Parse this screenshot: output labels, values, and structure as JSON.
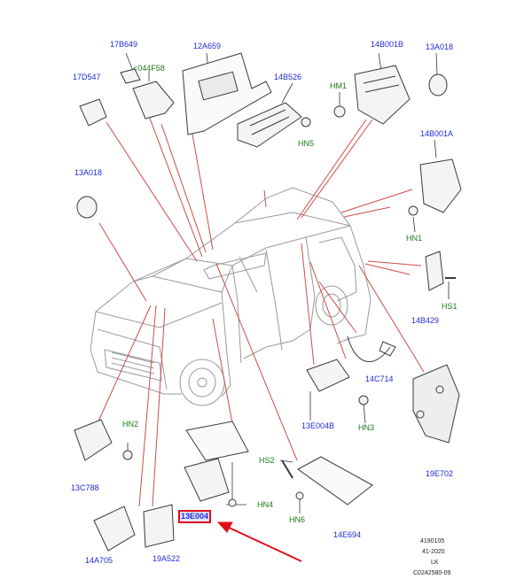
{
  "labels": {
    "c17B649": "17B649",
    "c12A659": "12A659",
    "c14B001B": "14B001B",
    "c13A018_top": "13A018",
    "c17D547": "17D547",
    "c044F58": "<044F58",
    "c14B526": "14B526",
    "hm1": "HM1",
    "hn5": "HN5",
    "c14B001A": "14B001A",
    "c13A018_left": "13A018",
    "hn1": "HN1",
    "hs1": "HS1",
    "c14B429": "14B429",
    "c14C714": "14C714",
    "c13E004B": "13E004B",
    "hn3": "HN3",
    "hn2": "HN2",
    "c13C788": "13C788",
    "hs2": "HS2",
    "c19E702": "19E702",
    "hn4": "HN4",
    "c13E004_selected": "13E004",
    "hn6": "HN6",
    "c14E694": "14E694",
    "c14A705": "14A705",
    "c19A522": "19A522"
  },
  "stamp": [
    "4190105",
    "41-2020",
    "LK",
    "C0242580-09"
  ],
  "colors": {
    "part_code": "#1f2bd6",
    "fastener_code": "#1a7a1a",
    "leader_line": "#d24a4a",
    "highlight": "#e0101a",
    "drawing": "#3a3a3a"
  }
}
